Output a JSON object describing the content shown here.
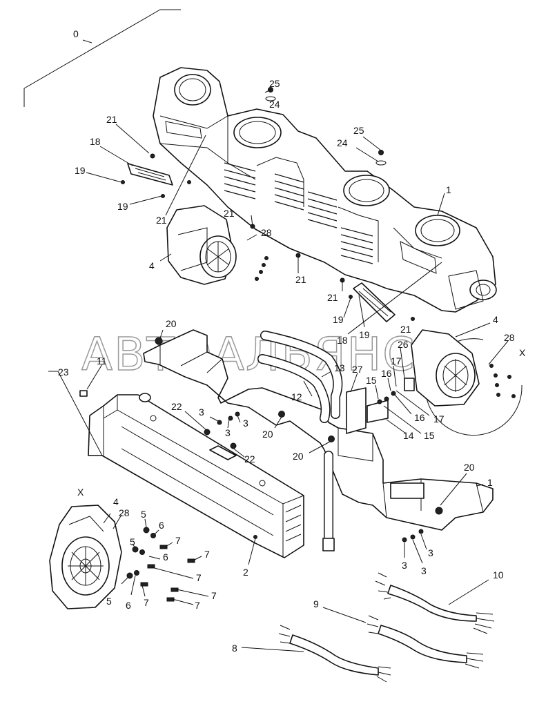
{
  "diagram": {
    "watermark": "АВТОАЛЬЯНС",
    "callouts": [
      {
        "id": "c0",
        "label": "0"
      },
      {
        "id": "c25a",
        "label": "25"
      },
      {
        "id": "c24a",
        "label": "24"
      },
      {
        "id": "c25b",
        "label": "25"
      },
      {
        "id": "c24b",
        "label": "24"
      },
      {
        "id": "c21a",
        "label": "21"
      },
      {
        "id": "c18a",
        "label": "18"
      },
      {
        "id": "c19a",
        "label": "19"
      },
      {
        "id": "c19b",
        "label": "19"
      },
      {
        "id": "c21b",
        "label": "21"
      },
      {
        "id": "c21c",
        "label": "21"
      },
      {
        "id": "c28a",
        "label": "28"
      },
      {
        "id": "c4a",
        "label": "4"
      },
      {
        "id": "c21d",
        "label": "21"
      },
      {
        "id": "c1a",
        "label": "1"
      },
      {
        "id": "c21e",
        "label": "21"
      },
      {
        "id": "c19c",
        "label": "19"
      },
      {
        "id": "c18b",
        "label": "18"
      },
      {
        "id": "c19d",
        "label": "19"
      },
      {
        "id": "c21f",
        "label": "21"
      },
      {
        "id": "c4b",
        "label": "4"
      },
      {
        "id": "c28b",
        "label": "28"
      },
      {
        "id": "cX1",
        "label": "X"
      },
      {
        "id": "c20a",
        "label": "20"
      },
      {
        "id": "c26",
        "label": "26"
      },
      {
        "id": "c17a",
        "label": "17"
      },
      {
        "id": "c16a",
        "label": "16"
      },
      {
        "id": "c15a",
        "label": "15"
      },
      {
        "id": "c27",
        "label": "27"
      },
      {
        "id": "c13",
        "label": "13"
      },
      {
        "id": "c12",
        "label": "12"
      },
      {
        "id": "c11",
        "label": "11"
      },
      {
        "id": "c23",
        "label": "23"
      },
      {
        "id": "c22a",
        "label": "22"
      },
      {
        "id": "c3a",
        "label": "3"
      },
      {
        "id": "c3b",
        "label": "3"
      },
      {
        "id": "c3c",
        "label": "3"
      },
      {
        "id": "c20b",
        "label": "20"
      },
      {
        "id": "c22b",
        "label": "22"
      },
      {
        "id": "c20c",
        "label": "20"
      },
      {
        "id": "c16b",
        "label": "16"
      },
      {
        "id": "c17b",
        "label": "17"
      },
      {
        "id": "c14",
        "label": "14"
      },
      {
        "id": "c15b",
        "label": "15"
      },
      {
        "id": "c20d",
        "label": "20"
      },
      {
        "id": "c1b",
        "label": "1"
      },
      {
        "id": "cX2",
        "label": "X"
      },
      {
        "id": "c4c",
        "label": "4"
      },
      {
        "id": "c28c",
        "label": "28"
      },
      {
        "id": "c5a",
        "label": "5"
      },
      {
        "id": "c6a",
        "label": "6"
      },
      {
        "id": "c7a",
        "label": "7"
      },
      {
        "id": "c5b",
        "label": "5"
      },
      {
        "id": "c6b",
        "label": "6"
      },
      {
        "id": "c7b",
        "label": "7"
      },
      {
        "id": "c7c",
        "label": "7"
      },
      {
        "id": "c5c",
        "label": "5"
      },
      {
        "id": "c6c",
        "label": "6"
      },
      {
        "id": "c7d",
        "label": "7"
      },
      {
        "id": "c7e",
        "label": "7"
      },
      {
        "id": "c7f",
        "label": "7"
      },
      {
        "id": "c2",
        "label": "2"
      },
      {
        "id": "c3d",
        "label": "3"
      },
      {
        "id": "c3e",
        "label": "3"
      },
      {
        "id": "c3f",
        "label": "3"
      },
      {
        "id": "c10",
        "label": "10"
      },
      {
        "id": "c9",
        "label": "9"
      },
      {
        "id": "c8",
        "label": "8"
      }
    ]
  }
}
